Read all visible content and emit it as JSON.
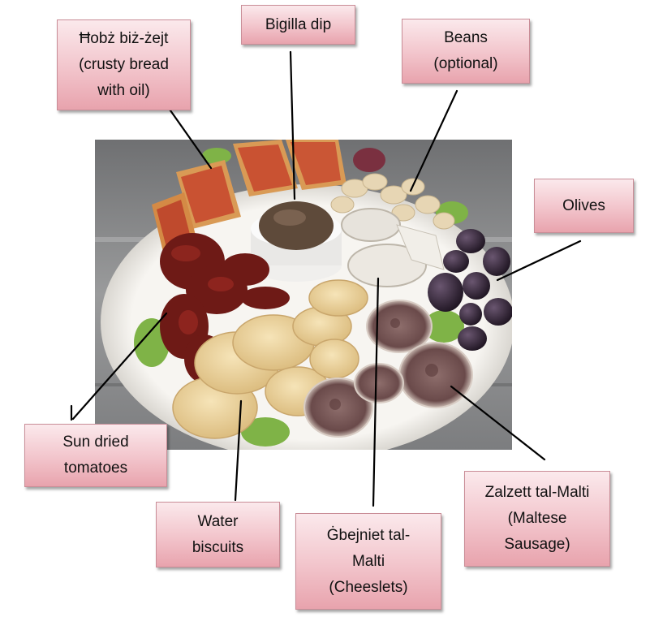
{
  "photo": {
    "subject": "platter-of-maltese-antipasto",
    "colors": {
      "steel_background": "#8d8e8f",
      "plate": "#f4f2ee",
      "bread": "#d99a55",
      "tomato_topping": "#c5452d",
      "bigilla": "#5e4a3a",
      "beans": "#e7d6b4",
      "olives": "#2d2030",
      "sun_dried_tomato": "#6e1a16",
      "biscuits": "#eed6a2",
      "cheese": "#e7e3dc",
      "sausage": "#7b5a5a",
      "lettuce": "#7fb347"
    }
  },
  "labels": [
    {
      "id": "hobz",
      "lines": [
        "Ħobż biż-żejt",
        "(crusty bread",
        "with oil)"
      ]
    },
    {
      "id": "bigilla",
      "lines": [
        "Bigilla dip"
      ]
    },
    {
      "id": "beans",
      "lines": [
        "Beans",
        "(optional)"
      ]
    },
    {
      "id": "olives",
      "lines": [
        "Olives"
      ]
    },
    {
      "id": "sundried",
      "lines": [
        "Sun dried",
        "tomatoes"
      ]
    },
    {
      "id": "water",
      "lines": [
        "Water",
        "biscuits"
      ]
    },
    {
      "id": "gbejniet",
      "lines": [
        "Ġbejniet tal-",
        "Malti",
        "(Cheeslets)"
      ]
    },
    {
      "id": "zalzett",
      "lines": [
        "Zalzett tal-Malti",
        "(Maltese",
        "Sausage)"
      ]
    }
  ],
  "style": {
    "arrow_color": "#000000",
    "label_border": "#c98d97"
  }
}
